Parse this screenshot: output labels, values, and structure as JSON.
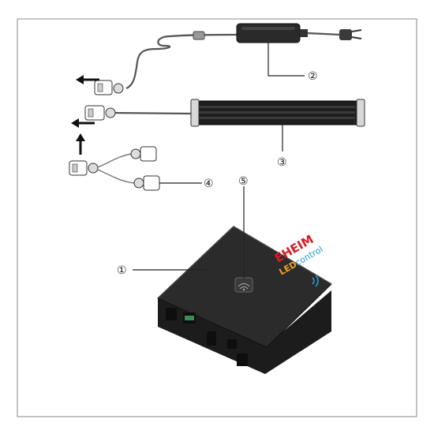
{
  "callouts": {
    "c1": "①",
    "c2": "②",
    "c3": "③",
    "c4": "④",
    "c5": "⑤"
  },
  "device": {
    "brand": "EHEIM",
    "product_led": "LED",
    "product_control": "control"
  },
  "colors": {
    "brand_red": "#d21f26",
    "led_orange": "#f1a21f",
    "control_blue": "#2a9ad6",
    "device_body": "#1f1f1f",
    "device_top": "#2b2b2b"
  }
}
